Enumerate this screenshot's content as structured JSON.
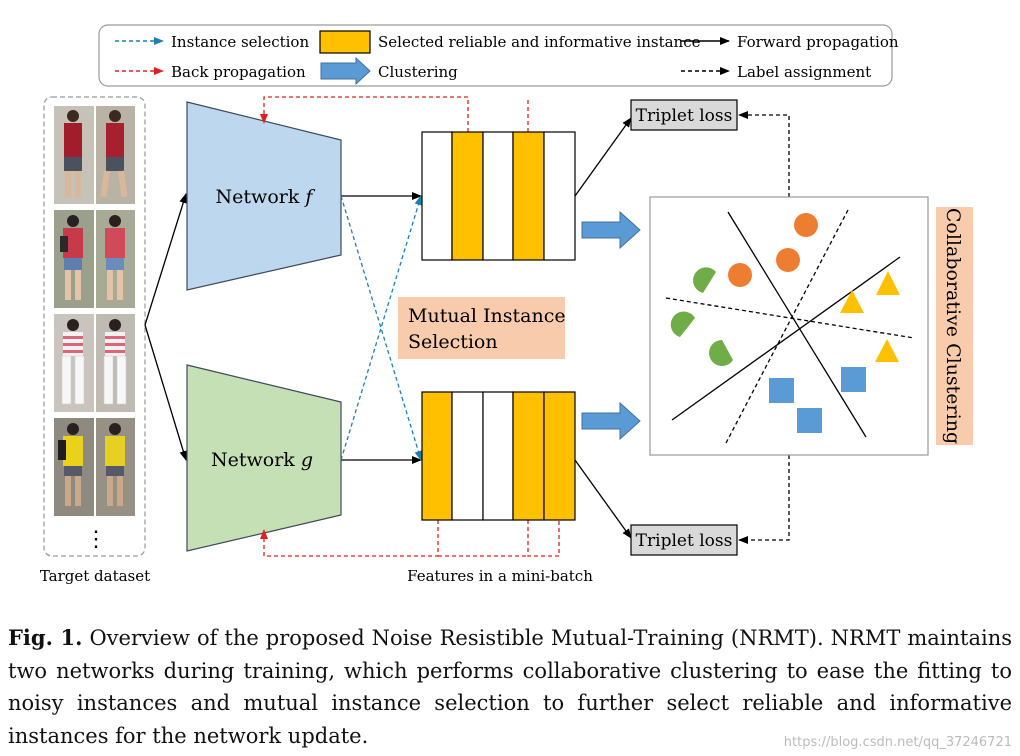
{
  "legend": {
    "instance_selection": "Instance selection",
    "back_propagation": "Back propagation",
    "selected_instance": "Selected reliable and informative instance",
    "clustering": "Clustering",
    "forward_propagation": "Forward propagation",
    "label_assignment": "Label assignment"
  },
  "network_f": {
    "name": "Network ",
    "var": "f"
  },
  "network_g": {
    "name": "Network ",
    "var": "g"
  },
  "target_dataset_label": "Target dataset",
  "features_label": "Features in a mini-batch",
  "mutual_selection": {
    "line1": "Mutual Instance",
    "line2": "Selection"
  },
  "triplet_loss_top": "Triplet loss",
  "triplet_loss_bottom": "Triplet loss",
  "collaborative_clustering": "Collaborative Clustering",
  "ellipsis": "⋮",
  "caption": {
    "label": "Fig. 1.",
    "text": " Overview of the proposed Noise Resistible Mutual-Training (NRMT). NRMT maintains two networks during training, which performs collaborative clustering to ease the fitting to noisy instances and mutual instance selection to further select reliable and informative instances for the network update."
  },
  "watermark": "https://blog.csdn.net/qq_37246721",
  "colors": {
    "selected": "#FFC000",
    "network_f": "#BDD7EE",
    "network_g": "#C5E0B4",
    "clustering_arrow": "#5B9BD5",
    "selection_box": "#F8CBAD",
    "triplet_box": "#D9D9D9",
    "orange_circle": "#ED7D31",
    "green_shape": "#70AD47",
    "yellow_triangle": "#FFC000",
    "blue_square": "#5B9BD5"
  }
}
